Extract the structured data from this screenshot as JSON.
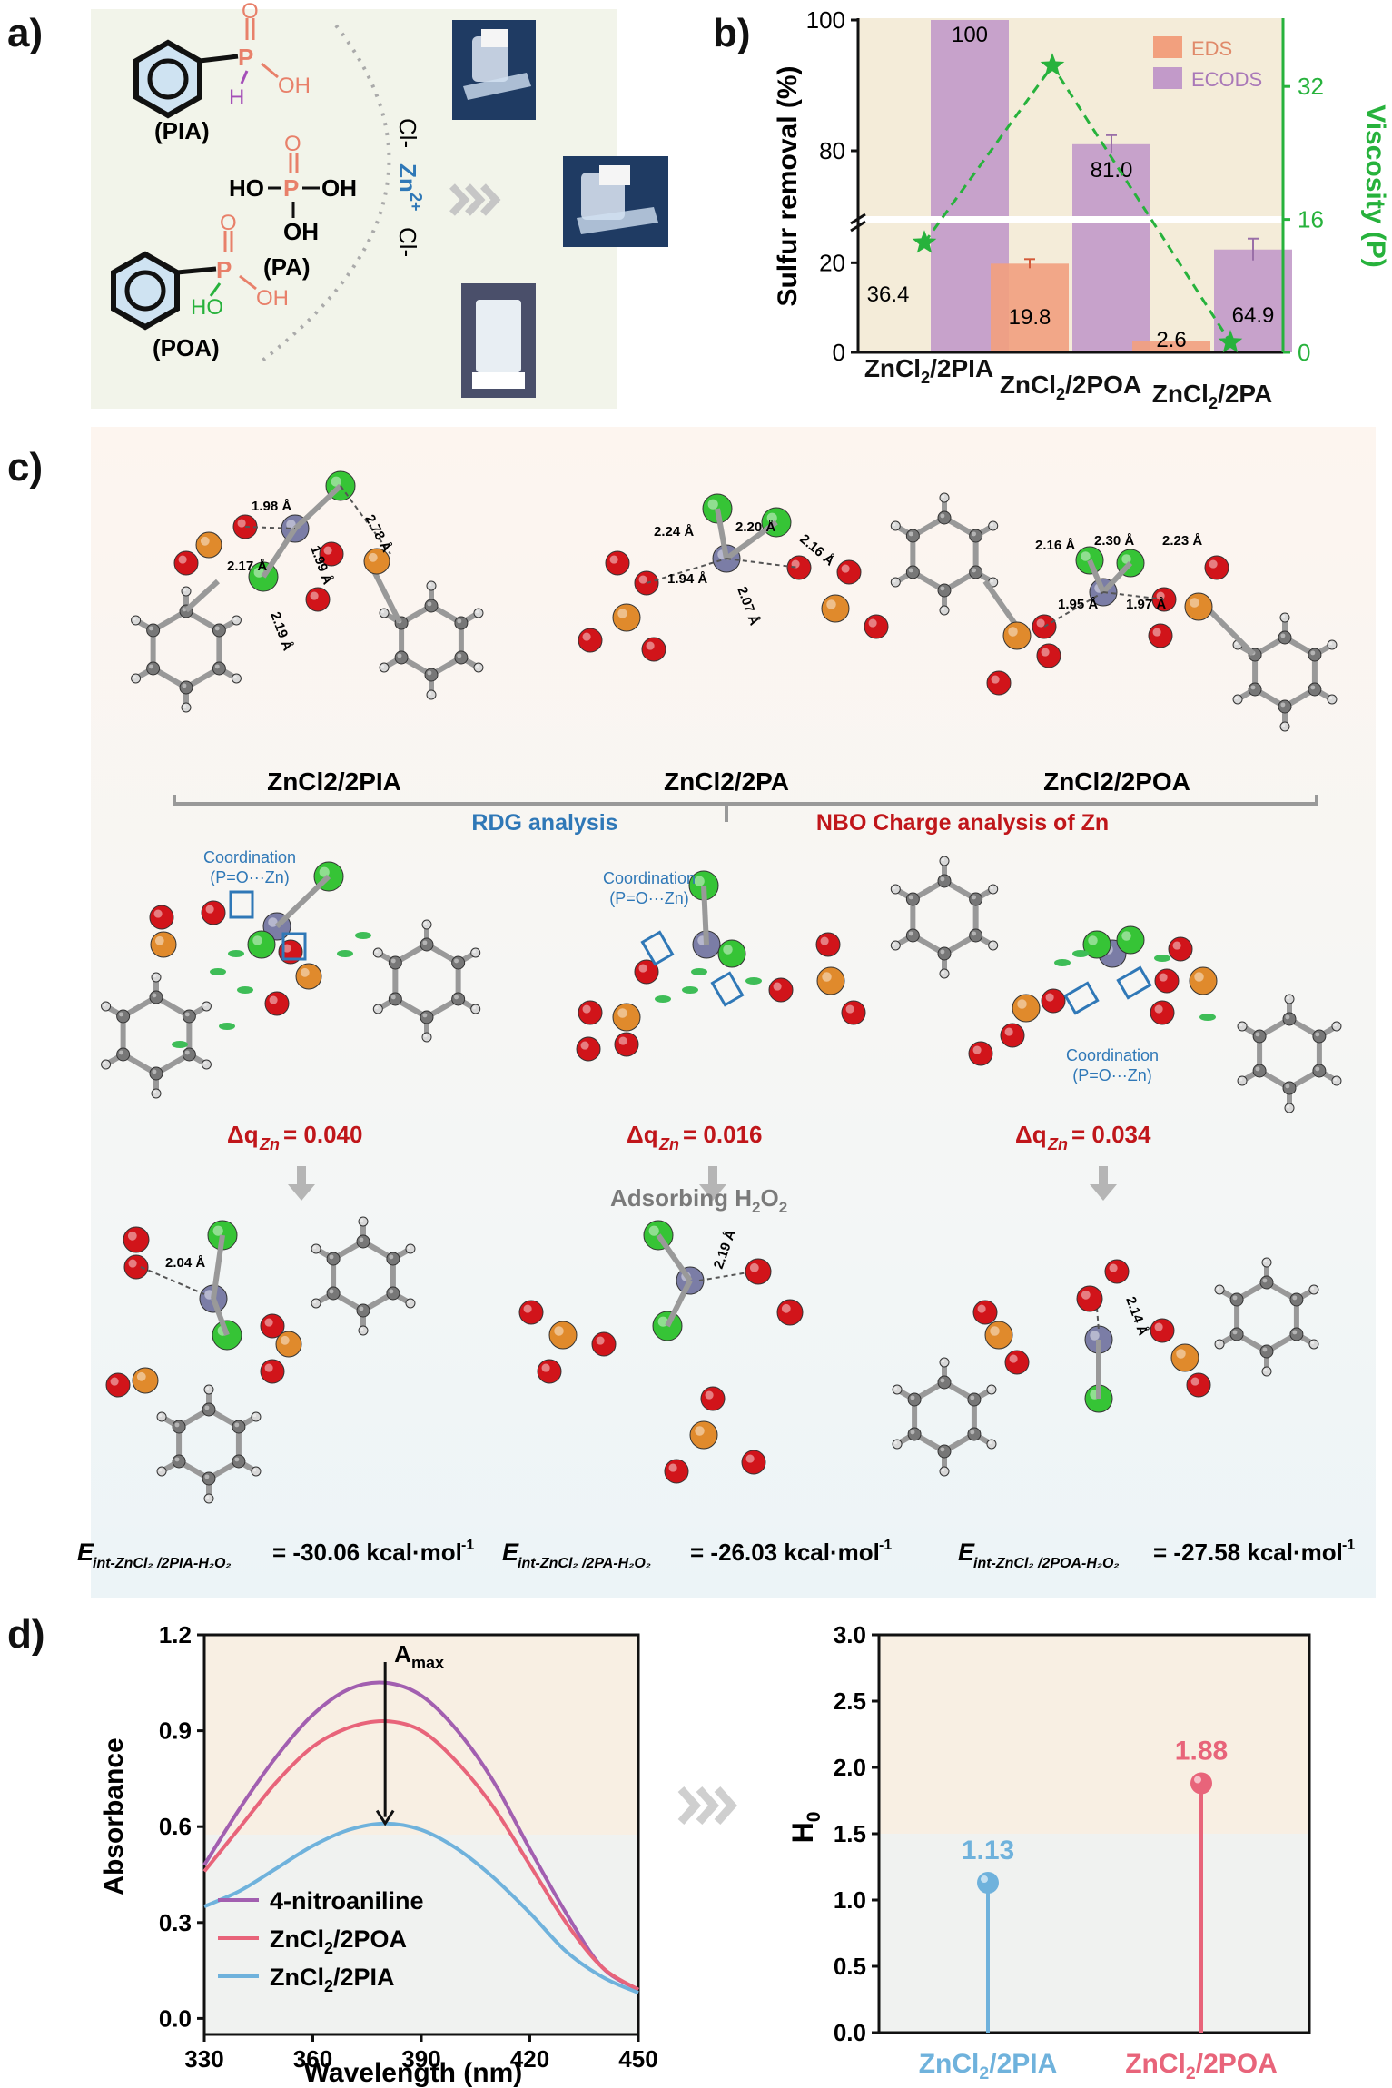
{
  "panels": {
    "a": "a)",
    "b": "b)",
    "c": "c)",
    "d": "d)"
  },
  "panel_a": {
    "labels": [
      "(PIA)",
      "(PA)",
      "(POA)"
    ],
    "atoms": {
      "P": "P",
      "O": "O",
      "OH": "OH",
      "H": "H",
      "HO": "HO"
    },
    "zn_label": "Zn",
    "zn_charge": "2+",
    "cl": "Cl-"
  },
  "colors": {
    "eds": "#f2a07e",
    "ecods": "#c29ac9",
    "viscosity": "#27b23c",
    "ecods_edge": "#9a6fa8",
    "nitro": "#a25fb0",
    "poa": "#e8647a",
    "pia": "#6fb2dc",
    "rdg_title": "#2f78b7",
    "nbo_title": "#c0161a",
    "zn_atom": "#7b7da6",
    "cl_atom": "#36c436",
    "o_atom": "#d1141a",
    "p_atom": "#e08a2c",
    "h_atom": "#d8d8d8",
    "c_atom": "#777777"
  },
  "chart_data": [
    {
      "type": "bar",
      "categories": [
        "ZnCl2/2PIA",
        "ZnCl2/2POA",
        "ZnCl2/2PA"
      ],
      "series": [
        {
          "name": "EDS",
          "values": [
            36.4,
            19.8,
            2.6
          ]
        },
        {
          "name": "ECODS",
          "values": [
            100,
            81.0,
            64.9
          ]
        },
        {
          "name": "Viscosity",
          "values": [
            13.2,
            34.5,
            1.2
          ],
          "axis": "right",
          "style": "dashed-line-star"
        }
      ],
      "ylabel": "Sulfur removal (%)",
      "ylabel_right": "Viscosity (P)",
      "yticks_left": [
        "0",
        "20",
        "80",
        "100"
      ],
      "yticks_right": [
        "0",
        "16",
        "32"
      ],
      "ylim_right": [
        0,
        40
      ],
      "axis_break": true,
      "legend_placement": "top-right"
    },
    {
      "type": "line",
      "x": [
        330,
        340,
        350,
        360,
        370,
        380,
        390,
        400,
        410,
        420,
        430,
        440,
        450
      ],
      "series": [
        {
          "name": "4-nitroaniline",
          "values": [
            0.48,
            0.66,
            0.82,
            0.95,
            1.03,
            1.05,
            1.01,
            0.9,
            0.74,
            0.53,
            0.33,
            0.16,
            0.09
          ]
        },
        {
          "name": "ZnCl2/2POA",
          "values": [
            0.46,
            0.6,
            0.74,
            0.85,
            0.91,
            0.93,
            0.9,
            0.8,
            0.66,
            0.48,
            0.3,
            0.16,
            0.09
          ]
        },
        {
          "name": "ZnCl2/2PIA",
          "values": [
            0.35,
            0.4,
            0.47,
            0.54,
            0.59,
            0.61,
            0.59,
            0.53,
            0.44,
            0.33,
            0.21,
            0.13,
            0.08
          ]
        }
      ],
      "xlabel": "Wavelength (nm)",
      "ylabel": "Absorbance",
      "xlim": [
        330,
        450
      ],
      "ylim": [
        -0.05,
        1.2
      ],
      "xticks": [
        "330",
        "360",
        "390",
        "420",
        "450"
      ],
      "yticks": [
        "0.0",
        "0.3",
        "0.6",
        "0.9",
        "1.2"
      ],
      "annotation": "A",
      "annotation_sub": "max",
      "legend_placement": "bottom-left"
    },
    {
      "type": "scatter",
      "categories": [
        "ZnCl2/2PIA",
        "ZnCl2/2POA"
      ],
      "values": [
        1.13,
        1.88
      ],
      "value_labels": [
        "1.13",
        "1.88"
      ],
      "ylabel": "H",
      "ylabel_sub": "0",
      "ylim": [
        0,
        3.0
      ],
      "yticks": [
        "0.0",
        "0.5",
        "1.0",
        "1.5",
        "2.0",
        "2.5",
        "3.0"
      ]
    }
  ],
  "panel_c": {
    "complexes": [
      "ZnCl2/2PIA",
      "ZnCl2/2PA",
      "ZnCl2/2POA"
    ],
    "rdg_title": "RDG analysis",
    "nbo_title": "NBO Charge analysis of Zn",
    "coordination": "Coordination",
    "coordination_sub": "(P=O···Zn)",
    "dq_prefix": "Δq",
    "dq_sub": "Zn",
    "dq_values": [
      "= 0.040",
      "= 0.016",
      "= 0.034"
    ],
    "adsorbing": "Adsorbing  H",
    "distances_top": {
      "pia": [
        "1.98 Å",
        "2.78 Å",
        "2.17 Å",
        "1.99 Å",
        "2.19 Å"
      ],
      "pa": [
        "2.24 Å",
        "2.20 Å",
        "2.16 Å",
        "1.94 Å",
        "2.07 Å"
      ],
      "poa": [
        "2.16 Å",
        "2.30 Å",
        "2.23 Å",
        "1.95 Å",
        "1.97 Å"
      ]
    },
    "distances_bottom": [
      "2.04 Å",
      "2.19 Å",
      "2.14 Å"
    ],
    "eint_prefix": "E",
    "eint_subs": [
      "int-ZnCl₂ /2PIA-H₂O₂",
      "int-ZnCl₂ /2PA-H₂O₂",
      "int-ZnCl₂ /2POA-H₂O₂"
    ],
    "eint_values": [
      "= -30.06 kcal·mol",
      "= -26.03 kcal·mol",
      "= -27.58 kcal·mol"
    ],
    "eint_sup": "-1"
  }
}
